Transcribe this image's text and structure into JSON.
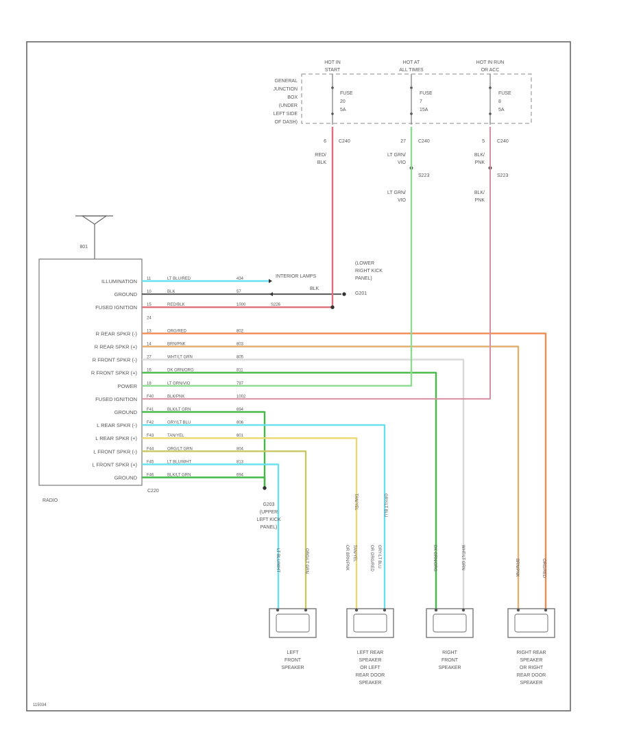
{
  "radio": {
    "name": "RADIO",
    "connector": "C220"
  },
  "antenna": {
    "label": "801"
  },
  "junction_box": {
    "label_lines": [
      "GENERAL",
      "JUNCTION",
      "BOX",
      "(UNDER",
      "LEFT SIDE",
      "OF DASH)"
    ]
  },
  "fuses": [
    {
      "hot": "HOT IN",
      "when": "START",
      "fuse": "FUSE",
      "num": "20",
      "amps": "5A",
      "pin": "6",
      "conn": "C240",
      "wire_lines": [
        "RED/",
        "BLK"
      ],
      "splice": ""
    },
    {
      "hot": "HOT AT",
      "when": "ALL TIMES",
      "fuse": "FUSE",
      "num": "7",
      "amps": "15A",
      "pin": "27",
      "conn": "C240",
      "wire_lines": [
        "LT GRN/",
        "VIO"
      ],
      "splice": "S223",
      "wire2_lines": [
        "LT GRN/",
        "VIO"
      ]
    },
    {
      "hot": "HOT IN RUN",
      "when": "OR ACC",
      "fuse": "FUSE",
      "num": "8",
      "amps": "5A",
      "pin": "5",
      "conn": "C240",
      "wire_lines": [
        "BLK/",
        "PNK"
      ],
      "splice": "S223",
      "wire2_lines": [
        "BLK/",
        "PNK"
      ]
    }
  ],
  "pins": [
    {
      "func": "ILLUMINATION",
      "pin": "11",
      "color": "LT BLU/RED",
      "circuit": "434"
    },
    {
      "func": "GROUND",
      "pin": "10",
      "color": "BLK",
      "circuit": "57"
    },
    {
      "func": "FUSED IGNITION",
      "pin": "15",
      "color": "RED/BLK",
      "circuit": "1000",
      "splice": "S226"
    },
    {
      "func": "",
      "pin": "24",
      "color": "",
      "circuit": ""
    },
    {
      "func": "R REAR SPKR (-)",
      "pin": "13",
      "color": "ORG/RED",
      "circuit": "802"
    },
    {
      "func": "R REAR SPKR (+)",
      "pin": "14",
      "color": "BRN/PNK",
      "circuit": "803"
    },
    {
      "func": "R FRONT SPKR (-)",
      "pin": "27",
      "color": "WHT/LT GRN",
      "circuit": "805"
    },
    {
      "func": "R FRONT SPKR (+)",
      "pin": "16",
      "color": "DK GRN/ORG",
      "circuit": "811"
    },
    {
      "func": "POWER",
      "pin": "18",
      "color": "LT GRN/VIO",
      "circuit": "797"
    },
    {
      "func": "FUSED IGNITION",
      "pin": "F40",
      "color": "BLK/PNK",
      "circuit": "1002"
    },
    {
      "func": "GROUND",
      "pin": "F41",
      "color": "BLK/LT GRN",
      "circuit": "694"
    },
    {
      "func": "L REAR SPKR (-)",
      "pin": "F42",
      "color": "GRY/LT BLU",
      "circuit": "806"
    },
    {
      "func": "L REAR SPKR (+)",
      "pin": "F43",
      "color": "TAN/YEL",
      "circuit": "801"
    },
    {
      "func": "L FRONT SPKR (-)",
      "pin": "F44",
      "color": "ORG/LT GRN",
      "circuit": "804"
    },
    {
      "func": "L FRONT SPKR (+)",
      "pin": "F45",
      "color": "LT BLU/WHT",
      "circuit": "813"
    },
    {
      "func": "GROUND",
      "pin": "F46",
      "color": "BLK/LT GRN",
      "circuit": "694"
    }
  ],
  "interior_lamps": "INTERIOR LAMPS",
  "ground_g201": {
    "label_lines": [
      "(LOWER",
      "RIGHT KICK",
      "PANEL)",
      "G201"
    ],
    "wire": "BLK"
  },
  "ground_g203": {
    "label_lines": [
      "G203",
      "(UPPER",
      "LEFT KICK",
      "PANEL)"
    ]
  },
  "door_wires": [
    "TAN/YEL",
    "GRY/LT BLU"
  ],
  "speakers": [
    {
      "label_lines": [
        "LEFT",
        "FRONT",
        "SPEAKER"
      ],
      "wires": [
        "LT BLU/WHT",
        "ORG/LT GRN"
      ]
    },
    {
      "label_lines": [
        "LEFT REAR",
        "SPEAKER",
        "OR LEFT",
        "REAR DOOR",
        "SPEAKER"
      ],
      "wires": [
        "OR BRN/PNK",
        "TAN/YEL",
        "OR ORG/RED",
        "GRY/LT BLU"
      ]
    },
    {
      "label_lines": [
        "RIGHT",
        "FRONT",
        "SPEAKER"
      ],
      "wires": [
        "DK GRN/ORG",
        "WHT/LT GRN"
      ]
    },
    {
      "label_lines": [
        "RIGHT REAR",
        "SPEAKER",
        "OR RIGHT",
        "REAR DOOR",
        "SPEAKER"
      ],
      "wires": [
        "BRN/PNK",
        "ORG/RED"
      ]
    }
  ],
  "figure_id": "115034",
  "colors": {
    "lt_blu": "#66e0ef",
    "blk": "#555555",
    "red": "#e0707a",
    "org": "#f08a50",
    "brn": "#e0b070",
    "wht": "#d8d8d8",
    "dk_grn": "#44b844",
    "lt_grn": "#8ddc8d",
    "pnk": "#d68fa0",
    "yel": "#ecd870",
    "olive": "#c8c860",
    "tan": "#ecc880"
  }
}
